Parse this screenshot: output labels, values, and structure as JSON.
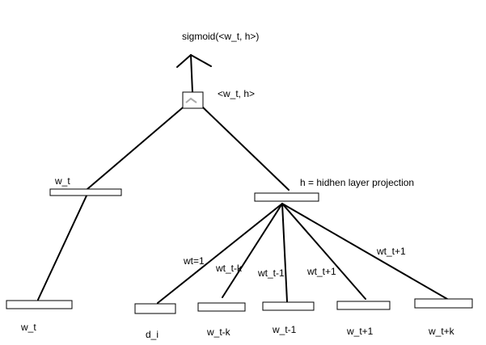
{
  "labels": {
    "output": "sigmoid(<w_t, h>)",
    "dot_product": "<w_t, h>",
    "wt_node": "w_t",
    "hidden": "h = hidhen layer projection",
    "edge_wt1": "wt=1",
    "edge_wtk": "wt_t-k",
    "edge_wt_minus1": "wt_t-1",
    "edge_wt_plus1_inner": "wt_t+1",
    "edge_wt_plus1_outer": "wt_t+1"
  },
  "bottom_labels": [
    "w_t",
    "d_i",
    "w_t-k",
    "w_t-1",
    "w_t+1",
    "w_t+k"
  ],
  "colors": {
    "stroke": "#000000",
    "fill": "#ffffff",
    "dot_mark": "#aaaaaa"
  }
}
